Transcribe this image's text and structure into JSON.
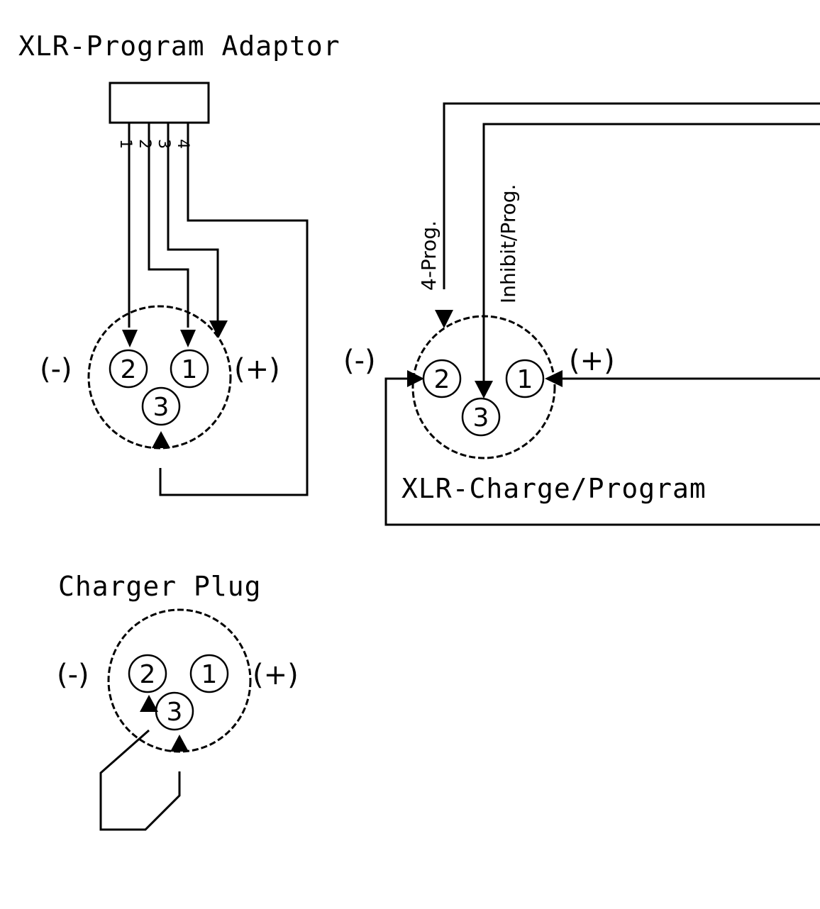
{
  "program_adaptor": {
    "title": "XLR-Program Adaptor",
    "header_pins": [
      "1",
      "2",
      "3",
      "4"
    ],
    "minus_label": "(-)",
    "plus_label": "(+)",
    "pin_labels": [
      "1",
      "2",
      "3"
    ]
  },
  "charge_program": {
    "title": "XLR-Charge/Program",
    "minus_label": "(-)",
    "plus_label": "(+)",
    "pin_labels": [
      "1",
      "2",
      "3"
    ],
    "wire_label_prog": "4-Prog.",
    "wire_label_inhibit": "Inhibit/Prog."
  },
  "charger_plug": {
    "title": "Charger Plug",
    "minus_label": "(-)",
    "plus_label": "(+)",
    "pin_labels": [
      "1",
      "2",
      "3"
    ]
  }
}
